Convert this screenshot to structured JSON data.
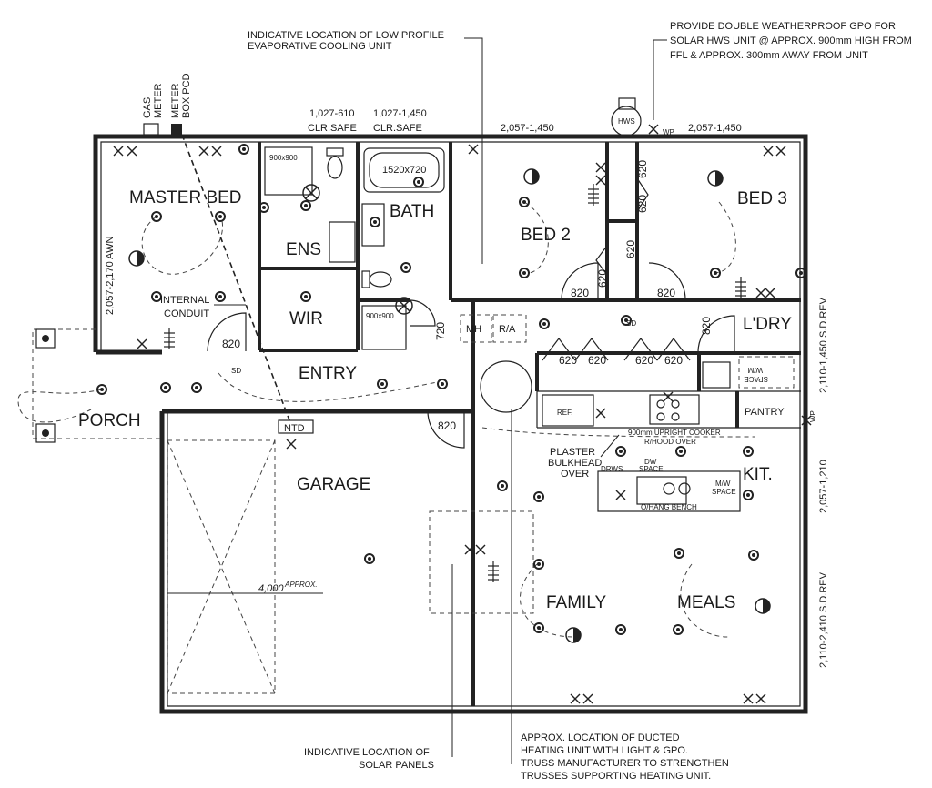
{
  "rooms": {
    "master_bed": "MASTER BED",
    "ens": "ENS",
    "wir": "WIR",
    "bath": "BATH",
    "bed2": "BED 2",
    "bed3": "BED 3",
    "ldry": "L'DRY",
    "entry": "ENTRY",
    "porch": "PORCH",
    "garage": "GARAGE",
    "kit": "KIT.",
    "family": "FAMILY",
    "meals": "MEALS",
    "pantry": "PANTRY"
  },
  "notes": {
    "evap_line1": "INDICATIVE LOCATION OF LOW PROFILE",
    "evap_line2": "EVAPORATIVE COOLING UNIT",
    "gpo_line1": "PROVIDE DOUBLE WEATHERPROOF GPO FOR",
    "gpo_line2": "SOLAR HWS UNIT @ APPROX. 900mm HIGH FROM",
    "gpo_line3": "FFL & APPROX. 300mm AWAY FROM UNIT",
    "solar_line1": "INDICATIVE LOCATION OF",
    "solar_line2": "SOLAR PANELS",
    "heat_line1": "APPROX. LOCATION OF DUCTED",
    "heat_line2": "HEATING UNIT WITH LIGHT & GPO.",
    "heat_line3": "TRUSS MANUFACTURER TO STRENGTHEN",
    "heat_line4": "TRUSSES SUPPORTING HEATING UNIT.",
    "conduit_line1": "INTERNAL",
    "conduit_line2": "CONDUIT",
    "bulkhead_line1": "PLASTER",
    "bulkhead_line2": "BULKHEAD",
    "bulkhead_line3": "OVER",
    "cooker_line1": "900mm UPRIGHT COOKER",
    "cooker_line2": "R/HOOD OVER",
    "ohang": "O/HANG BENCH"
  },
  "meters": {
    "gas1": "GAS",
    "gas2": "METER",
    "meter1": "METER",
    "meter2": "BOX PCD"
  },
  "fixtures": {
    "hws": "HWS",
    "wp": "WP",
    "wp2": "WP",
    "ntd": "NTD",
    "mh": "MH",
    "ra": "R/A",
    "ref": "REF.",
    "bath_size": "1520x720",
    "shower1": "900x900",
    "shower2": "900x900",
    "drws": "DRWS",
    "dw": "DW",
    "dw_space": "SPACE",
    "mw": "M/W",
    "mw_space": "SPACE",
    "wm": "W/M",
    "wm_space": "SPACE",
    "sd1": "SD",
    "sd2": "SD"
  },
  "dimensions": {
    "win1_size": "1,027-610",
    "win1_tag": "CLR.SAFE",
    "win2_size": "1,027-1,450",
    "win2_tag": "CLR.SAFE",
    "win3": "2,057-1,450",
    "win4": "2,057-1,450",
    "win_left": "2,057-2,170 AWN",
    "win_r1": "2,110-1,450 S.D.REV",
    "win_r2": "2,057-1,210",
    "win_r3": "2,110-2,410 S.D.REV",
    "garage_width": "4,000",
    "garage_width_suffix": "APPROX."
  },
  "doors": {
    "d1": "820",
    "d2": "820",
    "d3": "820",
    "d4": "820",
    "d5": "820",
    "d6": "720",
    "w1": "620",
    "w2": "620",
    "w3": "620",
    "w4": "620",
    "w5": "620",
    "w6": "620",
    "w7": "620",
    "w8": "620"
  }
}
